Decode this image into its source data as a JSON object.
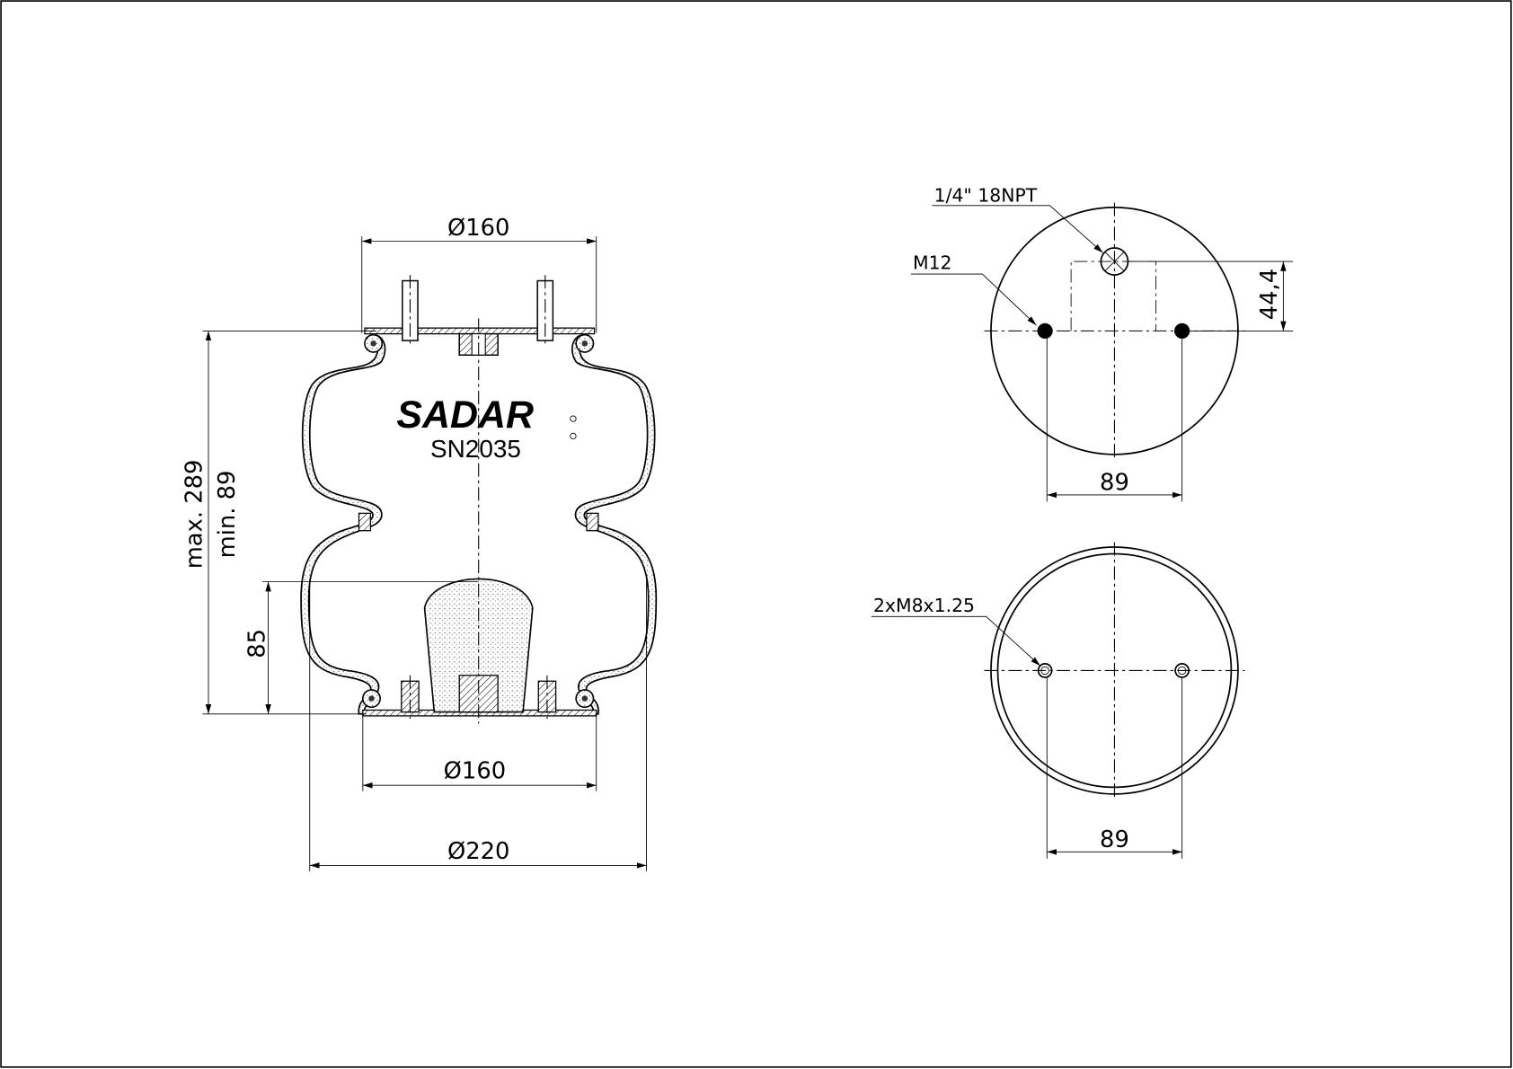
{
  "brand": "SADAR",
  "model": "SN2035",
  "side_view": {
    "top_plate_diameter": "Ø160",
    "bottom_plate_diameter": "Ø160",
    "max_diameter": "Ø220",
    "max_height": "max. 289",
    "min_height": "min. 89",
    "piston_height": "85"
  },
  "top_view": {
    "air_port_label": "1/4\" 18NPT",
    "stud_label": "M12",
    "offset_dim": "44,4",
    "stud_spacing": "89"
  },
  "bottom_view": {
    "thread_label": "2xM8x1.25",
    "stud_spacing": "89"
  }
}
